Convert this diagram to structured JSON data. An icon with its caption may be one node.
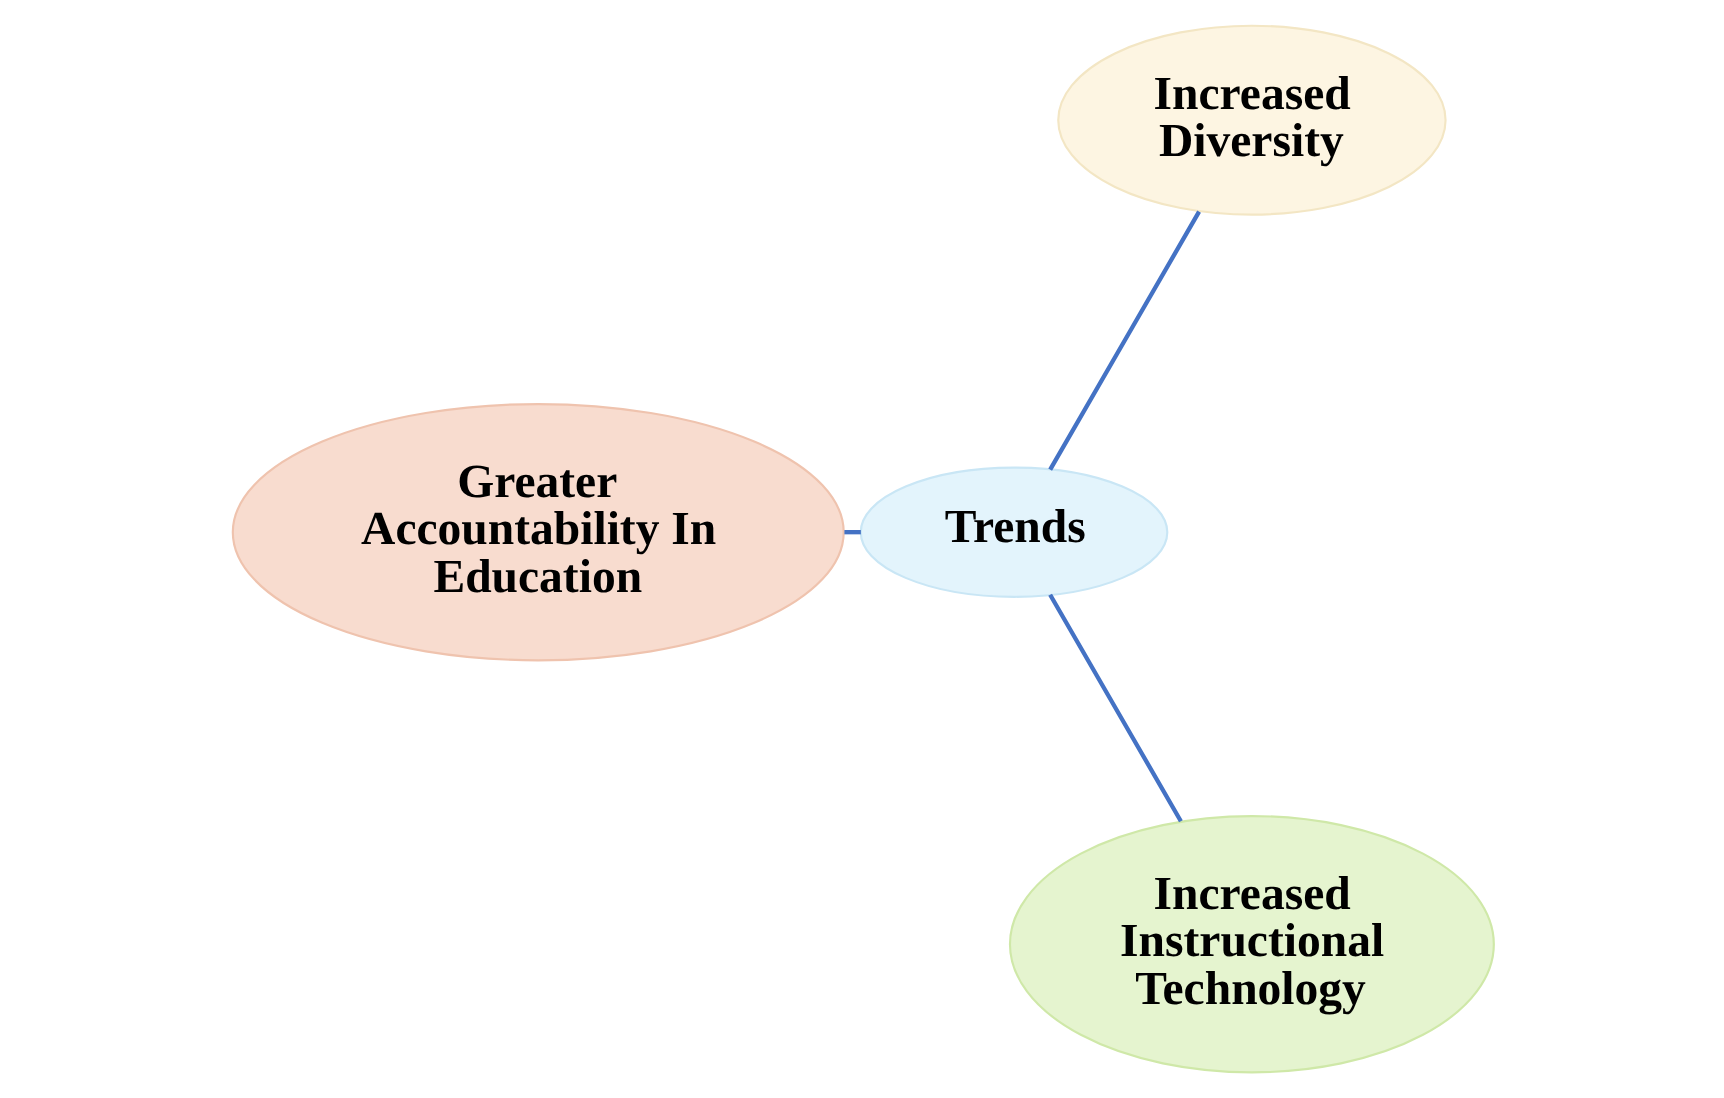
{
  "diagram": {
    "nodes": [
      {
        "text": [
          "Trends"
        ]
      },
      {
        "text": [
          "Increased Diversity"
        ]
      },
      {
        "text": [
          "Greater Accountability In Education"
        ]
      },
      {
        "text": [
          "Increased Instructional Technology"
        ]
      }
    ],
    "edges": [
      {
        "from": 0,
        "to": 1,
        "arrow": "none"
      },
      {
        "from": 0,
        "to": 2,
        "arrow": "none"
      },
      {
        "from": 0,
        "to": 3,
        "arrow": "none"
      }
    ]
  }
}
